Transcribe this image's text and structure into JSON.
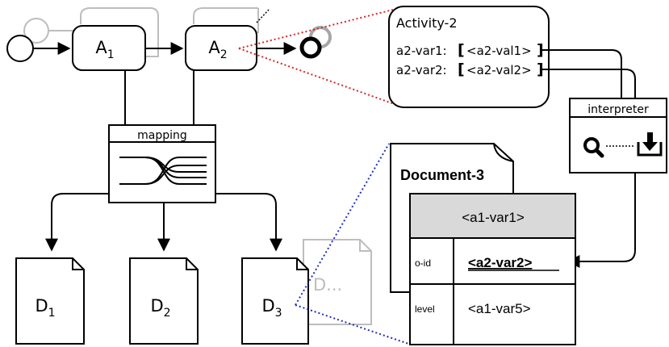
{
  "process": {
    "activity_1": {
      "base": "A",
      "sub": "1"
    },
    "activity_2": {
      "base": "A",
      "sub": "2"
    }
  },
  "mapping": {
    "label": "mapping"
  },
  "activity_detail": {
    "title": "Activity-2",
    "rows": [
      {
        "label": "a2-var1:",
        "value": "<a2-val1>"
      },
      {
        "label": "a2-var2:",
        "value": "<a2-val2>"
      }
    ]
  },
  "interpreter": {
    "label": "interpreter"
  },
  "documents": [
    {
      "base": "D",
      "sub": "1"
    },
    {
      "base": "D",
      "sub": "2"
    },
    {
      "base": "D",
      "sub": "3"
    },
    {
      "base": "D...",
      "sub": ""
    }
  ],
  "document_detail": {
    "title": "Document-3",
    "header": "<a1-var1>",
    "rows": [
      {
        "key": "o-id",
        "value": "<a2-var2>"
      },
      {
        "key": "level",
        "value": "<a1-var5>"
      }
    ]
  },
  "colors": {
    "grey": "#bdbdbd",
    "highlight_red": "#d62728",
    "highlight_blue": "#1f2fbf",
    "table_header": "#d9d9d9"
  }
}
